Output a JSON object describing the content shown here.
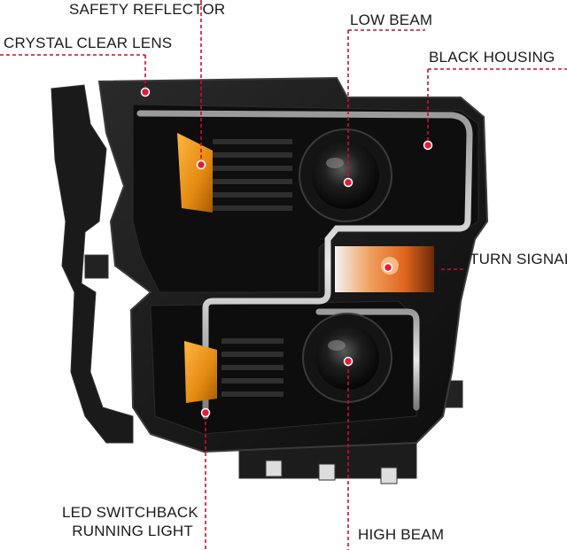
{
  "callouts": {
    "safety_reflector": "SAFETY REFLECTOR",
    "crystal_clear_lens": "CRYSTAL CLEAR LENS",
    "low_beam": "LOW BEAM",
    "black_housing": "BLACK HOUSING",
    "turn_signal": "TURN SIGNAL",
    "led_switchback_line1": "LED SWITCHBACK",
    "led_switchback_line2": "RUNNING LIGHT",
    "high_beam": "HIGH BEAM"
  },
  "colors": {
    "leader_line": "#c8102e",
    "marker": "#e01e37",
    "housing": "#151515",
    "amber": "#e38a12",
    "label_text": "#1b1b1b"
  }
}
